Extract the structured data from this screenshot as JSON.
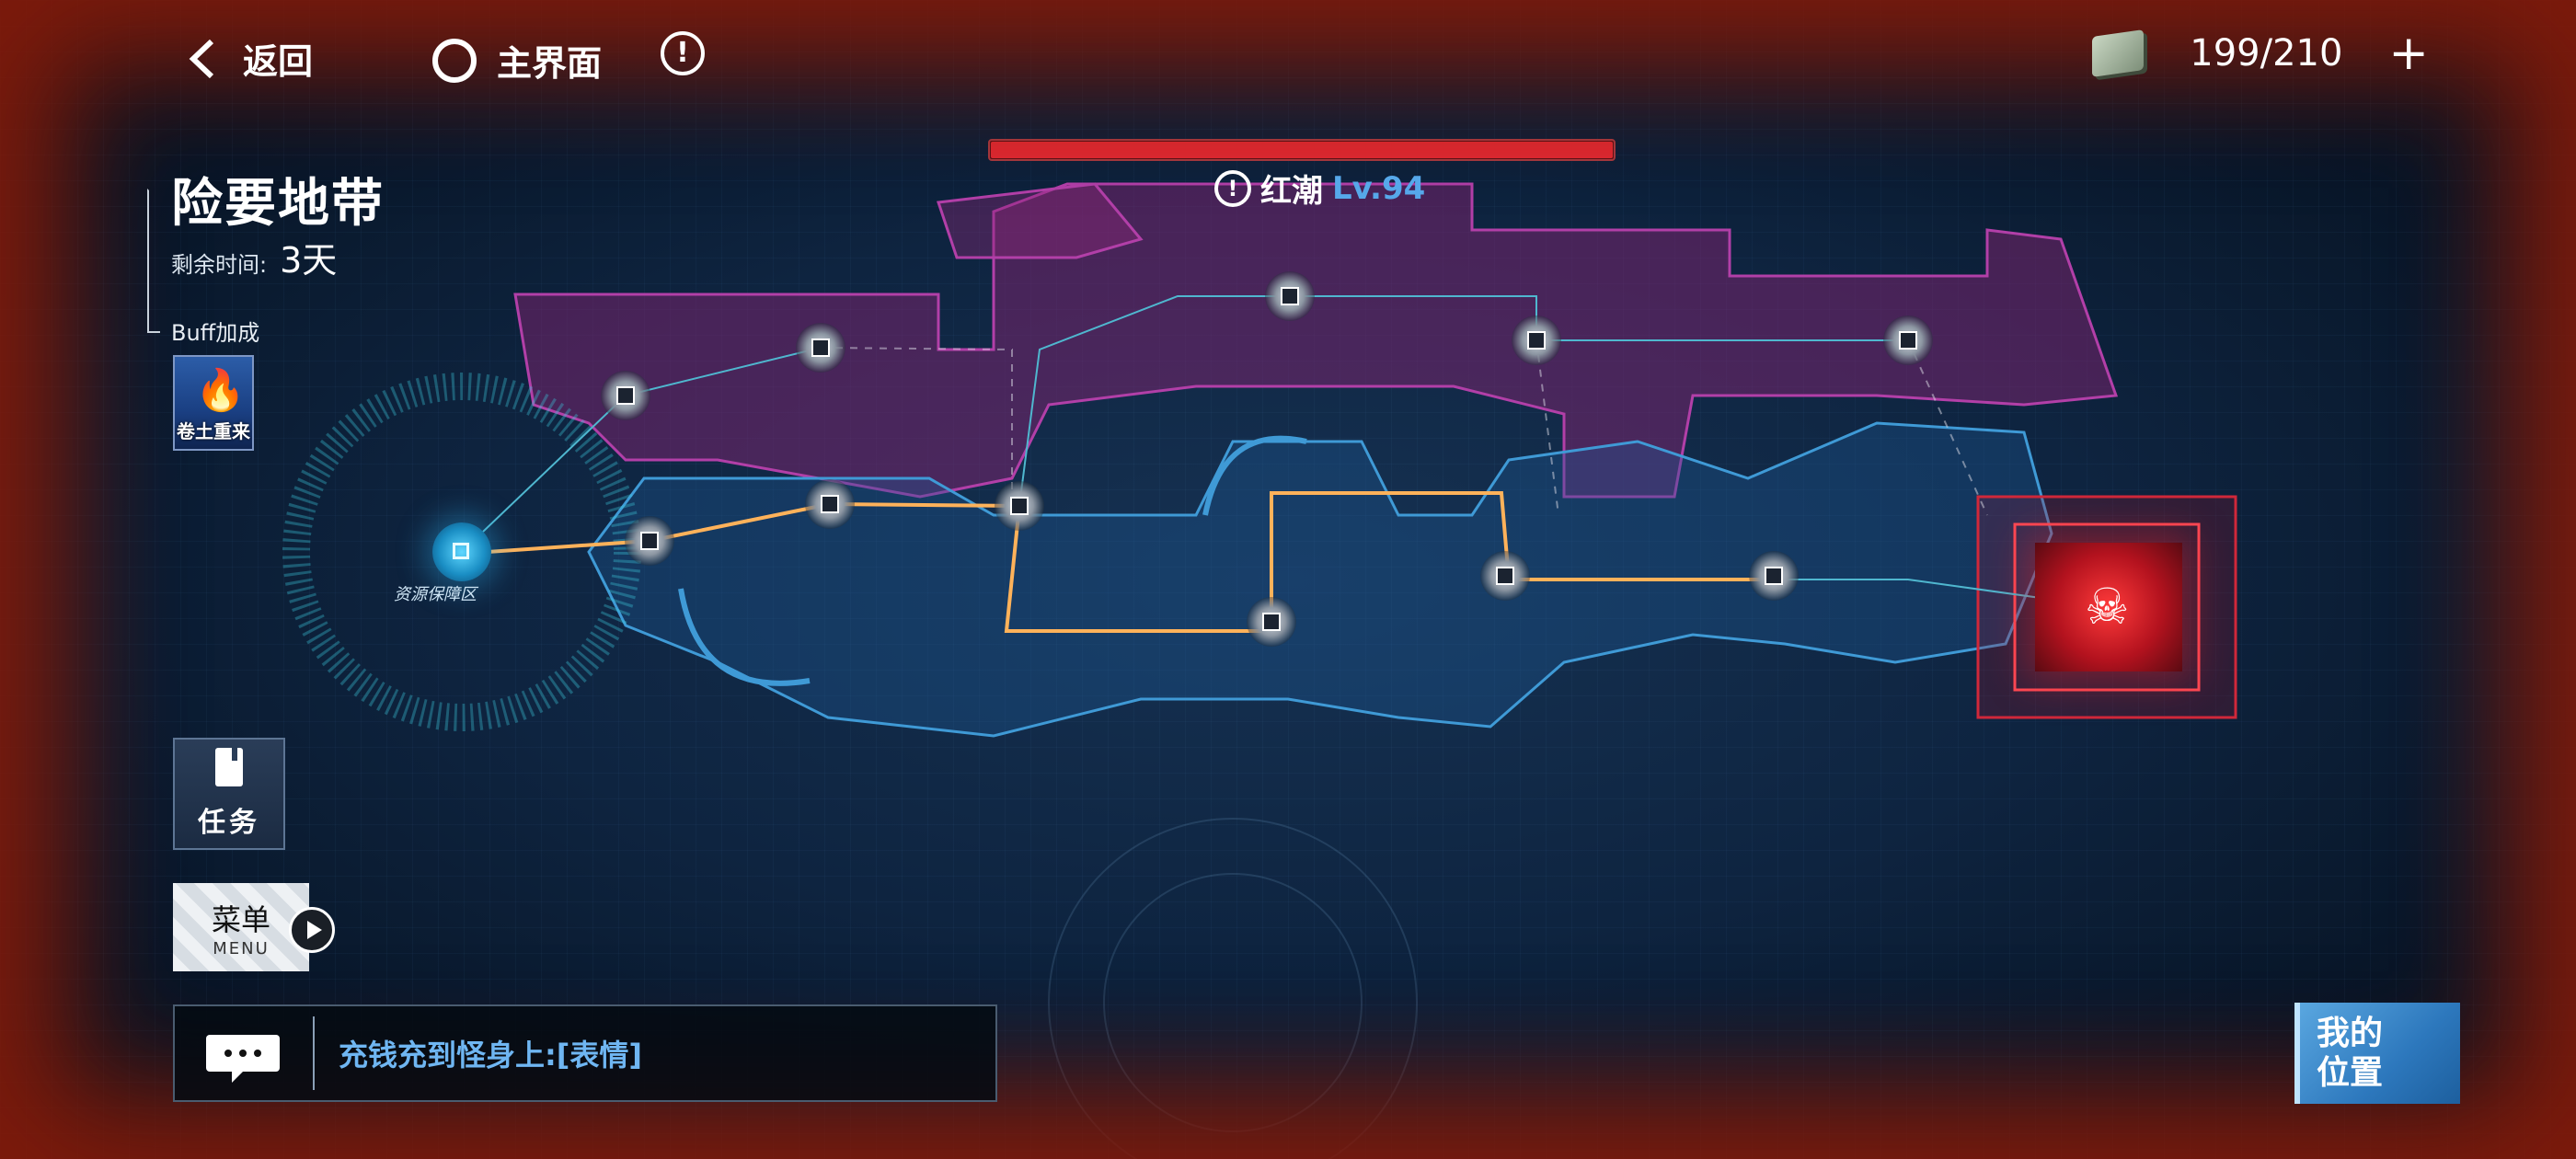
{
  "topbar": {
    "back_label": "返回",
    "home_label": "主界面",
    "alert_symbol": "!",
    "resource_value": "199/210",
    "add_symbol": "+"
  },
  "zone": {
    "title": "险要地带",
    "time_label": "剩余时间:",
    "time_value": "3天",
    "buff_label": "Buff加成",
    "buff_name": "卷土重来"
  },
  "boss": {
    "alert_symbol": "!",
    "name": "红潮",
    "level": "Lv.94",
    "health_fraction": 1.0
  },
  "map": {
    "base_label": "资源保障区",
    "accent_color": "#56a8ea",
    "danger_color": "#e0242f"
  },
  "sidebar": {
    "task_label": "任务",
    "menu_label": "菜单",
    "menu_sub": "MENU"
  },
  "chat": {
    "message": "充钱充到怪身上:[表情]"
  },
  "position_button": {
    "line1": "我的",
    "line2": "位置"
  }
}
